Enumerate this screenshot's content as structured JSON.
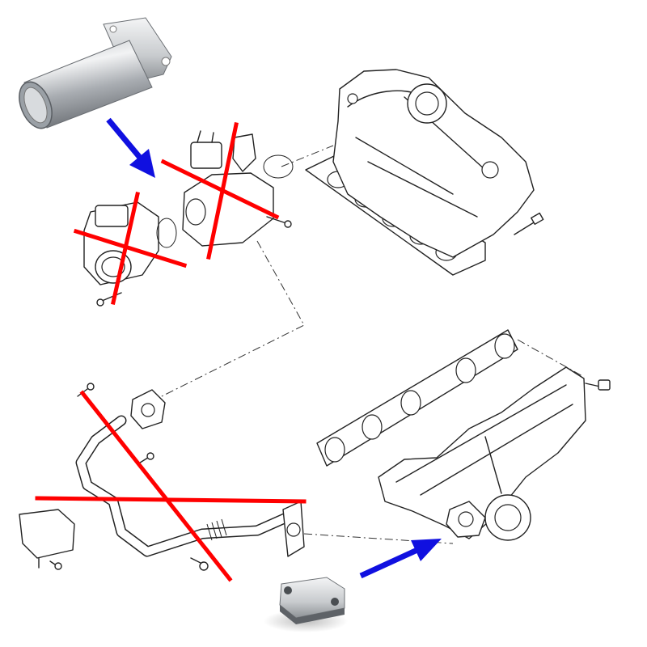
{
  "colors": {
    "removal_mark": "#ff0000",
    "direction_arrow": "#1010e0",
    "line_art": "#222222",
    "background": "#ffffff",
    "metal_light": "#e6e8ea",
    "metal_dark": "#7d8186"
  },
  "components": {
    "replacement_pipe": "replacement-pipe-photo",
    "replacement_blanking_plate": "blanking-plate-photo",
    "throttle_body": "throttle-body-drawing",
    "egr_valve": "egr-valve-drawing",
    "intake_manifold": "intake-manifold-drawing",
    "exhaust_manifold": "exhaust-manifold-drawing",
    "egr_cooler_pipe": "egr-pipe-drawing"
  },
  "marks": {
    "removed_parts": [
      "throttle-body",
      "egr-valve",
      "egr-pipe"
    ],
    "arrows": [
      "pipe-replaces-egr-valve",
      "plate-fits-exhaust-manifold"
    ]
  }
}
